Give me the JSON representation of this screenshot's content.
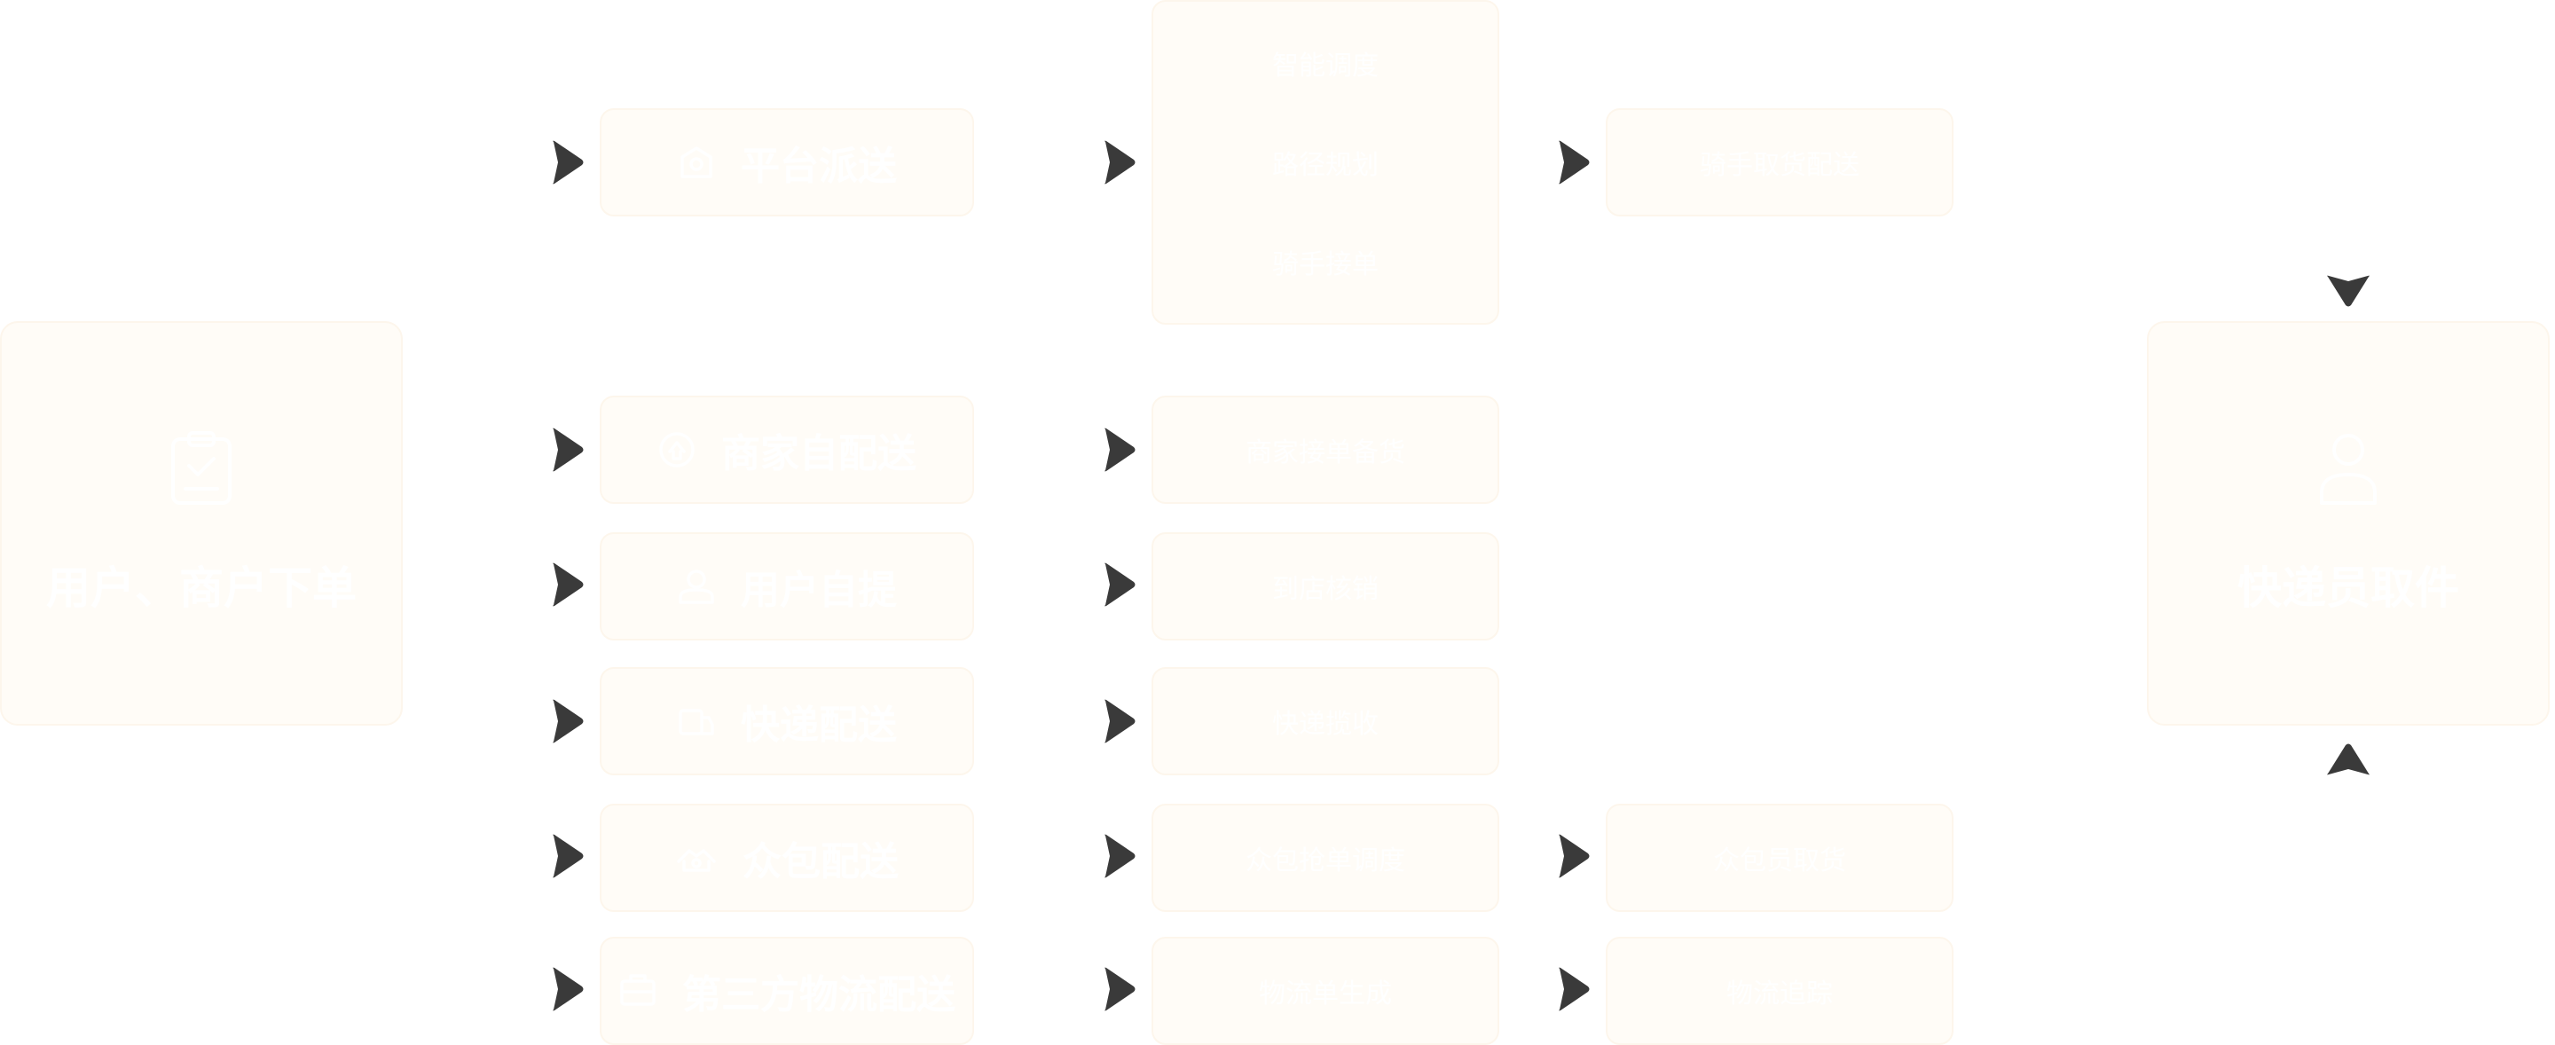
{
  "source": {
    "label": "用户、商户下单",
    "icon": "clipboard-icon"
  },
  "target": {
    "label": "快递员取件",
    "icon": "courier-icon"
  },
  "channels": [
    {
      "label": "平台派送",
      "icon": "platform-icon"
    },
    {
      "label": "商家自配送",
      "icon": "store-icon"
    },
    {
      "label": "用户自提",
      "icon": "user-icon"
    },
    {
      "label": "快递配送",
      "icon": "parcel-icon"
    },
    {
      "label": "众包配送",
      "icon": "crowd-icon"
    },
    {
      "label": "第三方物流配送",
      "icon": "truck-icon"
    }
  ],
  "stage2": [
    {
      "lines": [
        "智能调度",
        "路径规划",
        "骑手接单"
      ]
    },
    {
      "lines": [
        "商家接单备货"
      ]
    },
    {
      "lines": [
        "到店核销"
      ]
    },
    {
      "lines": [
        "快递揽收"
      ]
    },
    {
      "lines": [
        "众包抢单调度"
      ]
    },
    {
      "lines": [
        "物流单生成"
      ]
    }
  ],
  "stage3": [
    {
      "label": "骑手取货配送"
    },
    {
      "label": "众包员取货"
    },
    {
      "label": "物流追踪"
    }
  ],
  "colors": {
    "node_fill": "#fffcf7",
    "node_border": "#fdf6ec",
    "node_text": "#ffffff",
    "arrow": "#3a3a3a"
  }
}
